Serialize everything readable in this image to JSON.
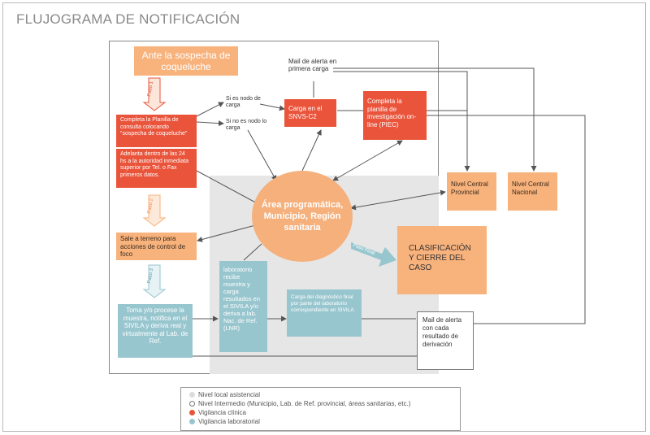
{
  "title": "FLUJOGRAMA DE NOTIFICACIÓN",
  "colors": {
    "clinical": "#e9543b",
    "lab": "#98c6cf",
    "orange": "#f8b27c",
    "ellipse": "#f5b07c",
    "grey_area": "#e6e6e6"
  },
  "boxes": {
    "sospecha": "Ante la sospecha de coqueluche",
    "planilla_consulta": "Completa la Planilla de consulta colocando \"sospecha de coqueluche\"",
    "adelanta": "Adelanta dentro de las 24 hs a la autoridad inmediata superior por Tel. o Fax primeros datos.",
    "sale_terreno": "Sale a terreno para acciones de control de foco",
    "toma_muestra": "Toma y/o procese la muestra, notifica en el SIVILA y deriva real y virtualmente al Lab. de Ref.",
    "carga_snvs": "Carga en el SNVS-C2",
    "piec": "Completa la planilla de investigación on-line (PIEC)",
    "area_programatica": "Área programática, Municipio, Región sanitaria",
    "nivel_provincial": "Nivel Central Provincial",
    "nivel_nacional": "Nivel Central Nacional",
    "clasificacion": "CLASIFICACIÓN Y CIERRE DEL CASO",
    "laboratorio": "laboratorio recibe muestra y carga resultados en el SIVILA y/o deriva a lab. Nac. de Ref. (LNR)",
    "carga_diagnostico": "Carga del diagnóstico final por parte del laboratorio correspondiente en SIVILA",
    "mail_derivacion": "Mail de alerta con cada resultado de derivación"
  },
  "labels": {
    "mail_primera": "Mail de alerta en primera carga",
    "si_es_nodo": "Si es nodo de carga",
    "si_no_es_nodo": "Si no es nodo lo carga",
    "paso1": "Paso 1",
    "paso2": "Paso 2",
    "paso3": "Paso 3",
    "paso_final": "Paso Final"
  },
  "legend": [
    {
      "label": "Nivel local asistencial",
      "color": "#dcdcdc",
      "style": "filled"
    },
    {
      "label": "Nivel Intermedio (Municipio, Lab. de Ref. provincial, áreas sanitarias, etc.)",
      "color": "#777777",
      "style": "outline"
    },
    {
      "label": "Vigilancia clínica",
      "color": "#e9543b",
      "style": "filled"
    },
    {
      "label": "Vigilancia laboratorial",
      "color": "#98c6cf",
      "style": "filled"
    }
  ]
}
